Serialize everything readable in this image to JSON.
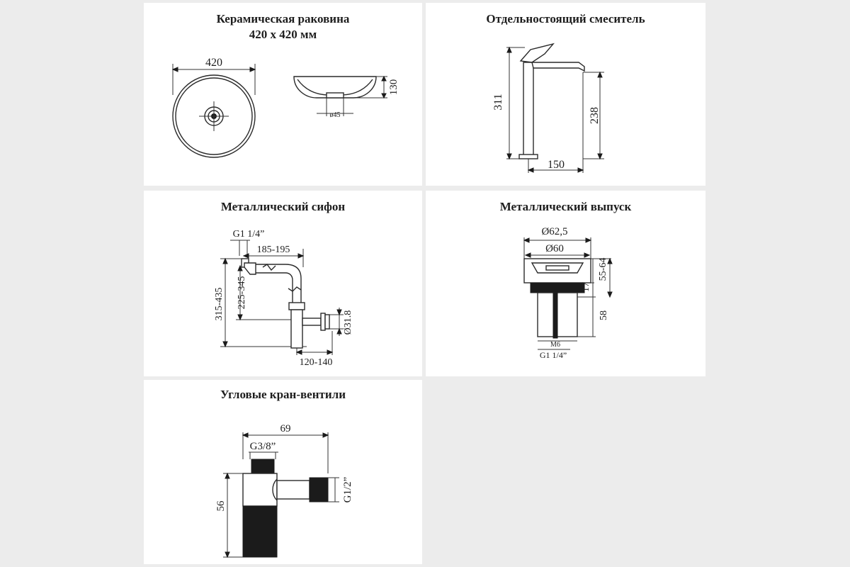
{
  "panels": {
    "basin": {
      "title_line1": "Керамическая раковина",
      "title_line2": "420 х 420 мм",
      "dim_width": "420",
      "dim_height": "130",
      "dim_drain": "ø45"
    },
    "faucet": {
      "title": "Отдельностоящий смеситель",
      "dim_total_height": "311",
      "dim_spout_height": "238",
      "dim_reach": "150"
    },
    "siphon": {
      "title": "Металлический сифон",
      "dim_thread": "G1 1/4”",
      "dim_horizontal": "185-195",
      "dim_total_height": "315-435",
      "dim_inner_height": "225-345",
      "dim_outlet_diameter": "Ø31.8",
      "dim_outlet_offset": "120-140"
    },
    "drain": {
      "title": "Металлический выпуск",
      "dim_outer_diameter": "Ø62,5",
      "dim_inner_diameter": "Ø60",
      "dim_head_height": "17",
      "dim_range": "55-64",
      "dim_body_height": "58",
      "dim_rod": "M6",
      "dim_thread": "G1 1/4”"
    },
    "valve": {
      "title": "Угловые кран-вентили",
      "dim_length": "69",
      "dim_top_thread": "G3/8”",
      "dim_height": "56",
      "dim_side_thread": "G1/2”"
    }
  },
  "colors": {
    "background": "#ececec",
    "panel": "#ffffff",
    "line": "#2a2a2a"
  }
}
